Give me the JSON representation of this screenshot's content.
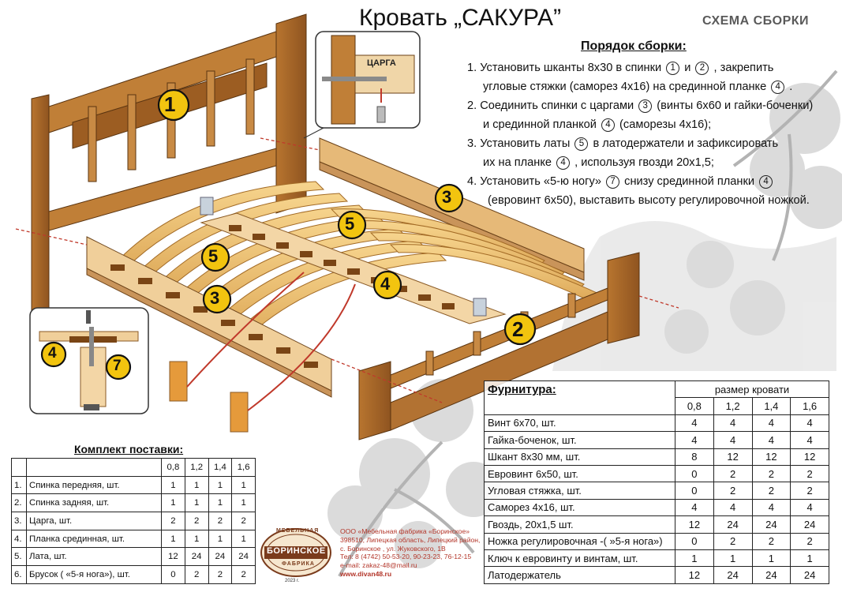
{
  "header": {
    "title": "Кровать „САКУРА”",
    "subtitle": "СХЕМА  СБОРКИ"
  },
  "order": {
    "title": "Порядок сборки:",
    "steps": [
      {
        "l1a": "1. Установить шканты 8х30 в спинки ",
        "c1": "1",
        "l1b": " и ",
        "c2": "2",
        "l1c": " , закрепить",
        "l2a": "угловые стяжки (саморез 4х16) на срединной планке ",
        "c3": "4",
        "l2b": " ."
      },
      {
        "l1a": "2. Соединить спинки с царгами ",
        "c1": "3",
        "l1c": " (винты 6х60 и гайки-боченки)",
        "l2a": "и срединной  планкой ",
        "c3": "4",
        "l2b": " (саморезы 4х16);"
      },
      {
        "l1a": "3. Установить латы ",
        "c1": "5",
        "l1c": " в латодержатели и  зафиксировать",
        "l2a": "их на планке ",
        "c3": "4",
        "l2b": " , используя гвозди 20х1,5;"
      },
      {
        "l1a": "4. Установить «5-ю ногу» ",
        "c1": "7",
        "l1c": " снизу срединной планки ",
        "c2": "4",
        "l2a": "(евровинт 6х50), выставить высоту регулировочной ножкой."
      }
    ]
  },
  "diagram": {
    "insert_label": "ЦАРГА",
    "callouts": [
      "1",
      "2",
      "3",
      "3",
      "4",
      "5",
      "5",
      "4",
      "7"
    ]
  },
  "furniture": {
    "title": "Фурнитура:",
    "size_header": "размер кровати",
    "sizes": [
      "0,8",
      "1,2",
      "1,4",
      "1,6"
    ],
    "rows": [
      {
        "name": "Винт 6х70, шт.",
        "values": [
          "4",
          "4",
          "4",
          "4"
        ]
      },
      {
        "name": "Гайка-боченок, шт.",
        "values": [
          "4",
          "4",
          "4",
          "4"
        ]
      },
      {
        "name": "Шкант 8х30 мм, шт.",
        "values": [
          "8",
          "12",
          "12",
          "12"
        ]
      },
      {
        "name": "Евровинт 6х50, шт.",
        "values": [
          "0",
          "2",
          "2",
          "2"
        ]
      },
      {
        "name": "Угловая стяжка, шт.",
        "values": [
          "0",
          "2",
          "2",
          "2"
        ]
      },
      {
        "name": "Саморез 4х16, шт.",
        "values": [
          "4",
          "4",
          "4",
          "4"
        ]
      },
      {
        "name": "Гвоздь, 20х1,5 шт.",
        "values": [
          "12",
          "24",
          "24",
          "24"
        ]
      },
      {
        "name": "Ножка регулировочная -( »5-я нога»)",
        "values": [
          "0",
          "2",
          "2",
          "2"
        ]
      },
      {
        "name": "Ключ  к евровинту и винтам, шт.",
        "values": [
          "1",
          "1",
          "1",
          "1"
        ]
      },
      {
        "name": "Латодержатель",
        "values": [
          "12",
          "24",
          "24",
          "24"
        ]
      }
    ]
  },
  "kit": {
    "title": "Комплект поставки:",
    "sizes": [
      "0,8",
      "1,2",
      "1,4",
      "1,6"
    ],
    "rows": [
      {
        "n": "1.",
        "name": "Спинка передняя, шт.",
        "values": [
          "1",
          "1",
          "1",
          "1"
        ]
      },
      {
        "n": "2.",
        "name": " Спинка задняя, шт.",
        "values": [
          "1",
          "1",
          "1",
          "1"
        ]
      },
      {
        "n": "3.",
        "name": " Царга, шт.",
        "values": [
          "2",
          "2",
          "2",
          "2"
        ]
      },
      {
        "n": "4.",
        "name": "Планка срединная, шт.",
        "values": [
          "1",
          "1",
          "1",
          "1"
        ]
      },
      {
        "n": "5.",
        "name": "Лата, шт.",
        "values": [
          "12",
          "24",
          "24",
          "24"
        ]
      },
      {
        "n": "6.",
        "name": "Брусок ( «5-я нога»), шт.",
        "values": [
          "0",
          "2",
          "2",
          "2"
        ]
      }
    ]
  },
  "company": {
    "logo_top": "МЕБЕЛЬНАЯ",
    "logo_main": "БОРИНСКОЕ",
    "logo_bottom": "ФАБРИКА",
    "logo_year": "2023 г.",
    "lines": [
      "ООО «Мебельная фабрика «Боринское»",
      "398510, Липецкая область, Липецкий район,",
      "с. Боринское , ул. Жуковского, 1В",
      "Тел: 8 (4742) 50-53-20, 90-23-23, 76-12-15",
      "e-mail: zakaz-48@mail.ru",
      "www.divan48.ru"
    ]
  },
  "colors": {
    "wood_dark": "#a8692a",
    "wood_light": "#f0c477",
    "callout_fill": "#f2c40f",
    "accent_red": "#c0392b"
  }
}
